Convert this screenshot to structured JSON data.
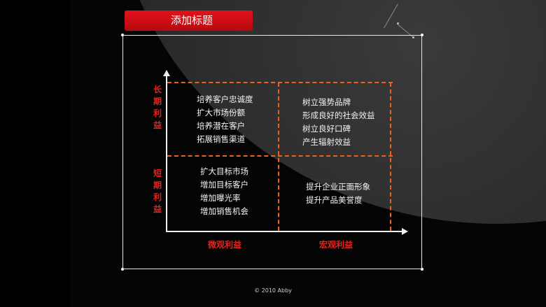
{
  "title": "添加标题",
  "y_axis": {
    "top_label": "长期利益",
    "bottom_label": "短期利益"
  },
  "x_axis": {
    "left_label": "微观利益",
    "right_label": "宏观利益"
  },
  "quadrants": {
    "top_left": [
      "培养客户忠诚度",
      "扩大市场份额",
      "培养潜在客户",
      "拓展销售渠道"
    ],
    "top_right": [
      "树立强势品牌",
      "形成良好的社会效益",
      "树立良好口碑",
      "产生辐射效益"
    ],
    "bottom_left": [
      "扩大目标市场",
      "增加目标客户",
      "增加曝光率",
      "增加销售机会"
    ],
    "bottom_right": [
      "提升企业正面形象",
      "提升产品美誉度"
    ]
  },
  "footer": "© 2010 Abby",
  "colors": {
    "title_bg": "#d40f16",
    "accent_red": "#e0241e",
    "dash_orange": "#e8641a"
  }
}
